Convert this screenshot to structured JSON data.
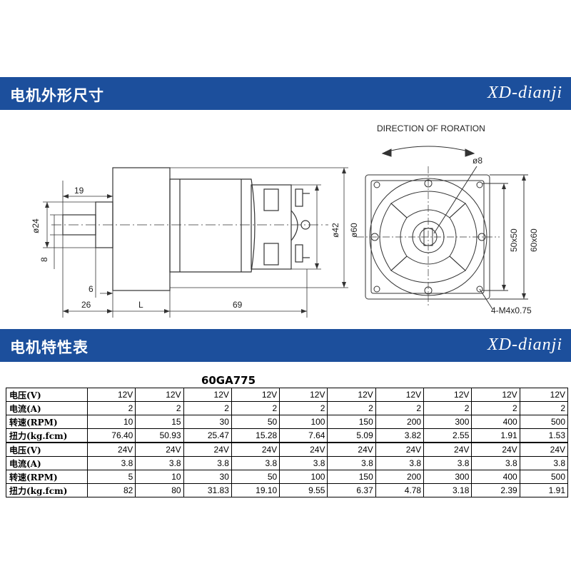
{
  "sections": [
    {
      "title": "电机外形尺寸",
      "brand": "XD-dianji"
    },
    {
      "title": "电机特性表",
      "brand": "XD-dianji"
    }
  ],
  "drawing": {
    "direction_label": "DIRECTION OF RORATION",
    "dims": {
      "d19": "19",
      "d24": "ø24",
      "d8": "8",
      "d6": "6",
      "d26": "26",
      "dL": "L",
      "d69": "69",
      "d42": "ø42",
      "d60": "ø60",
      "hole8": "ø8",
      "sq50": "50x50",
      "sq60": "60x60",
      "screws": "4-M4x0.75"
    }
  },
  "table": {
    "model": "60GA775",
    "rows": [
      {
        "label": "电压(V)",
        "values": [
          "12V",
          "12V",
          "12V",
          "12V",
          "12V",
          "12V",
          "12V",
          "12V",
          "12V",
          "12V"
        ]
      },
      {
        "label": "电流(A)",
        "values": [
          "2",
          "2",
          "2",
          "2",
          "2",
          "2",
          "2",
          "2",
          "2",
          "2"
        ]
      },
      {
        "label": "转速(RPM)",
        "values": [
          "10",
          "15",
          "30",
          "50",
          "100",
          "150",
          "200",
          "300",
          "400",
          "500"
        ]
      },
      {
        "label": "扭力(kg.fcm)",
        "values": [
          "76.40",
          "50.93",
          "25.47",
          "15.28",
          "7.64",
          "5.09",
          "3.82",
          "2.55",
          "1.91",
          "1.53"
        ]
      },
      {
        "label": "电压(V)",
        "values": [
          "24V",
          "24V",
          "24V",
          "24V",
          "24V",
          "24V",
          "24V",
          "24V",
          "24V",
          "24V"
        ]
      },
      {
        "label": "电流(A)",
        "values": [
          "3.8",
          "3.8",
          "3.8",
          "3.8",
          "3.8",
          "3.8",
          "3.8",
          "3.8",
          "3.8",
          "3.8"
        ]
      },
      {
        "label": "转速(RPM)",
        "values": [
          "5",
          "10",
          "30",
          "50",
          "100",
          "150",
          "200",
          "300",
          "400",
          "500"
        ]
      },
      {
        "label": "扭力(kg.fcm)",
        "values": [
          "82",
          "80",
          "31.83",
          "19.10",
          "9.55",
          "6.37",
          "4.78",
          "3.18",
          "2.39",
          "1.91"
        ]
      }
    ]
  },
  "colors": {
    "banner": "#1c4f9c",
    "banner_text": "#ffffff"
  }
}
